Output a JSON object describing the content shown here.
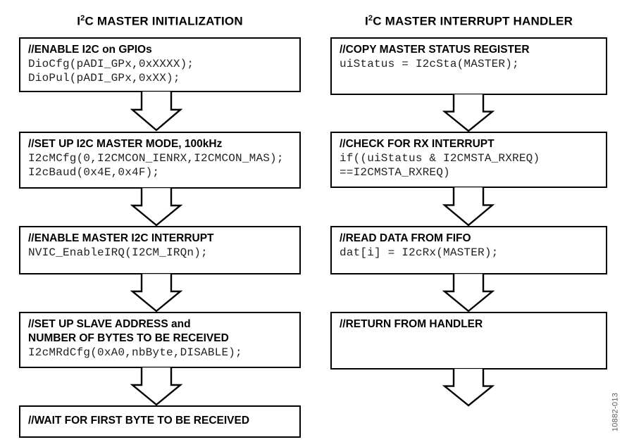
{
  "watermark": "10882-013",
  "left": {
    "title": {
      "pre": "I",
      "sup": "2",
      "post": "C MASTER INITIALIZATION"
    },
    "boxes": [
      {
        "comment": "//ENABLE I2C on GPIOs",
        "code1": "DioCfg(pADI_GPx,0xXXXX);",
        "code2": "DioPul(pADI_GPx,0xXX);"
      },
      {
        "comment": "//SET UP I2C MASTER MODE, 100kHz",
        "code1": "I2cMCfg(0,I2CMCON_IENRX,I2CMCON_MAS);",
        "code2": "I2cBaud(0x4E,0x4F);"
      },
      {
        "comment": "//ENABLE MASTER I2C INTERRUPT",
        "code1": "NVIC_EnableIRQ(I2CM_IRQn);"
      },
      {
        "comment": "//SET UP SLAVE ADDRESS and",
        "comment2": "NUMBER OF BYTES TO BE RECEIVED",
        "code1": "I2cMRdCfg(0xA0,nbByte,DISABLE);"
      },
      {
        "comment": "//WAIT FOR FIRST BYTE TO BE RECEIVED"
      }
    ]
  },
  "right": {
    "title": {
      "pre": "I",
      "sup": "2",
      "post": "C MASTER INTERRUPT HANDLER"
    },
    "boxes": [
      {
        "comment": "//COPY MASTER STATUS REGISTER",
        "code1": "uiStatus = I2cSta(MASTER);"
      },
      {
        "comment": "//CHECK FOR RX INTERRUPT",
        "code1": "if((uiStatus & I2CMSTA_RXREQ)",
        "code2": "==I2CMSTA_RXREQ)"
      },
      {
        "comment": "//READ DATA FROM FIFO",
        "code1": "dat[i] = I2cRx(MASTER);"
      },
      {
        "comment": "//RETURN FROM HANDLER"
      }
    ]
  }
}
